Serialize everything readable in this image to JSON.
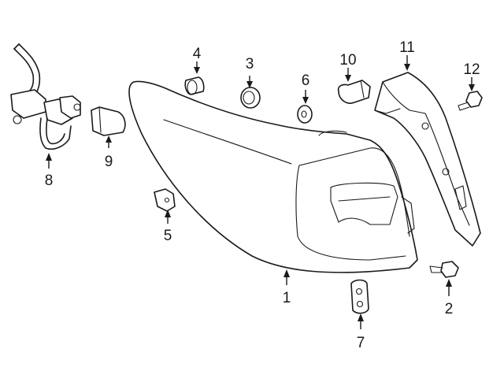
{
  "callouts": [
    {
      "id": "1",
      "label": "1",
      "part": "tail-lamp-assembly"
    },
    {
      "id": "2",
      "label": "2",
      "part": "screw"
    },
    {
      "id": "3",
      "label": "3",
      "part": "grommet"
    },
    {
      "id": "4",
      "label": "4",
      "part": "cap"
    },
    {
      "id": "5",
      "label": "5",
      "part": "clip"
    },
    {
      "id": "6",
      "label": "6",
      "part": "washer"
    },
    {
      "id": "7",
      "label": "7",
      "part": "gasket"
    },
    {
      "id": "8",
      "label": "8",
      "part": "wire-harness"
    },
    {
      "id": "9",
      "label": "9",
      "part": "socket"
    },
    {
      "id": "10",
      "label": "10",
      "part": "bulb"
    },
    {
      "id": "11",
      "label": "11",
      "part": "bracket"
    },
    {
      "id": "12",
      "label": "12",
      "part": "bolt"
    }
  ]
}
